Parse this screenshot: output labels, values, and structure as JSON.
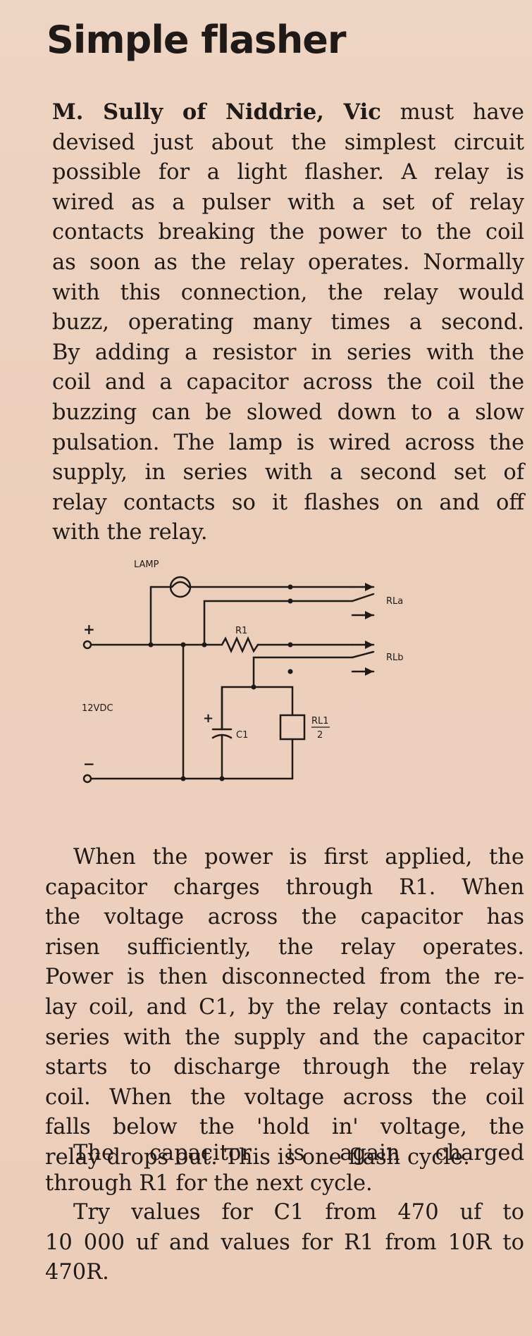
{
  "title": "Simple flasher",
  "intro": {
    "lead": "M. Sully of Niddrie, Vic",
    "lines": [
      " must have",
      "devised just about the simplest circuit",
      "possible for a light flasher. A relay is",
      "wired as a pulser with a set of relay",
      "contacts breaking the power to the coil",
      "as soon as the relay operates. Normally",
      "with this connection, the relay would",
      "buzz, operating many times a second.",
      "By adding a resistor in series with the",
      "coil and a capacitor across the coil the",
      "buzzing can be slowed down to a slow",
      "pulsation. The lamp is wired across the",
      "supply, in series with a second set of",
      "relay contacts so it flashes on and off",
      "with the relay."
    ]
  },
  "schematic": {
    "lamp": "LAMP",
    "rla": "RLa",
    "rlb": "RLb",
    "r1": "R1",
    "c1": "C1",
    "supply": "12VDC",
    "plus": "+",
    "minus": "−",
    "cap_plus": "+",
    "coil_top": "RL1",
    "coil_bottom": "2"
  },
  "body": {
    "para2": [
      "When the power is first applied, the",
      "capacitor charges through R1. When",
      "the voltage across the capacitor has",
      "risen sufficiently, the relay operates.",
      "Power is then disconnected from the re-",
      "lay coil, and C1, by the relay contacts in",
      "series with the supply and the capacitor",
      "starts to discharge through the relay",
      "coil. When the voltage across the coil",
      "falls below the 'hold in' voltage, the",
      "relay drops out. This is one flash cycle."
    ],
    "para3": [
      "The capacitor is again charged",
      "through R1 for the next cycle."
    ],
    "para4": [
      "Try values for C1 from 470 uf to",
      "10 000 uf and values for R1 from 10R to",
      "470R."
    ]
  }
}
